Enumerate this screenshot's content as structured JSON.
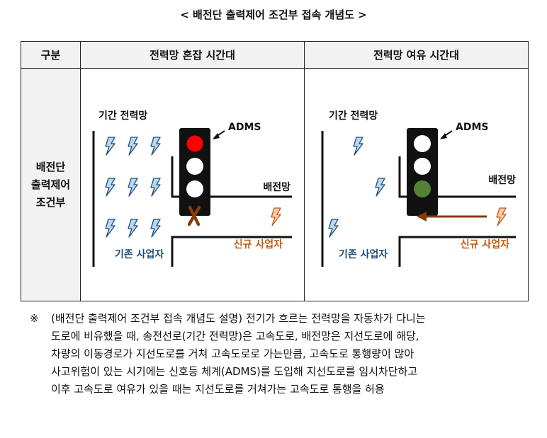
{
  "title": "< 배전단 출력제어 조건부 접속 개념도 >",
  "table": {
    "header_col": "구분",
    "header_congested": "전력망 혼잡 시간대",
    "header_spare": "전력망 여유 시간대",
    "row_label_1": "배전단",
    "row_label_2": "출력제어",
    "row_label_3": "조건부"
  },
  "panel_congested": {
    "trunk_label": "기간 전력망",
    "adms_label": "ADMS",
    "dist_label": "배전망",
    "new_label": "신규 사업자",
    "existing_label": "기존 사업자"
  },
  "panel_spare": {
    "trunk_label": "기간 전력망",
    "adms_label": "ADMS",
    "dist_label": "배전망",
    "new_label": "신규 사업자",
    "existing_label": "기존 사업자"
  },
  "colors": {
    "existing_blue": "#1f4e79",
    "bolt_blue_fill": "#bdd7ee",
    "bolt_orange_fill": "#f8cbad",
    "new_orange": "#c55a11",
    "signal_red": "#ff0000",
    "signal_green": "#548235",
    "arrow_brown": "#843c0c"
  },
  "note": {
    "mark": "※",
    "lines": [
      "(배전단 출력제어 조건부 접속 개념도 설명) 전기가 흐르는 전력망을 자동차가 다니는",
      "도로에 비유했을 때, 송전선로(기간 전력망)은 고속도로, 배전망은 지선도로에 해당,",
      "차량의 이동경로가 지선도로를 거쳐 고속도로로 가는만큼, 고속도로 통행량이 많아",
      "사고위험이 있는 시기에는 신호등 체계(ADMS)를 도입해 지선도로를 임시차단하고",
      "이후 고속도로 여유가 있을 때는 지선도로를 거쳐가는 고속도로 통행을 허용"
    ]
  }
}
